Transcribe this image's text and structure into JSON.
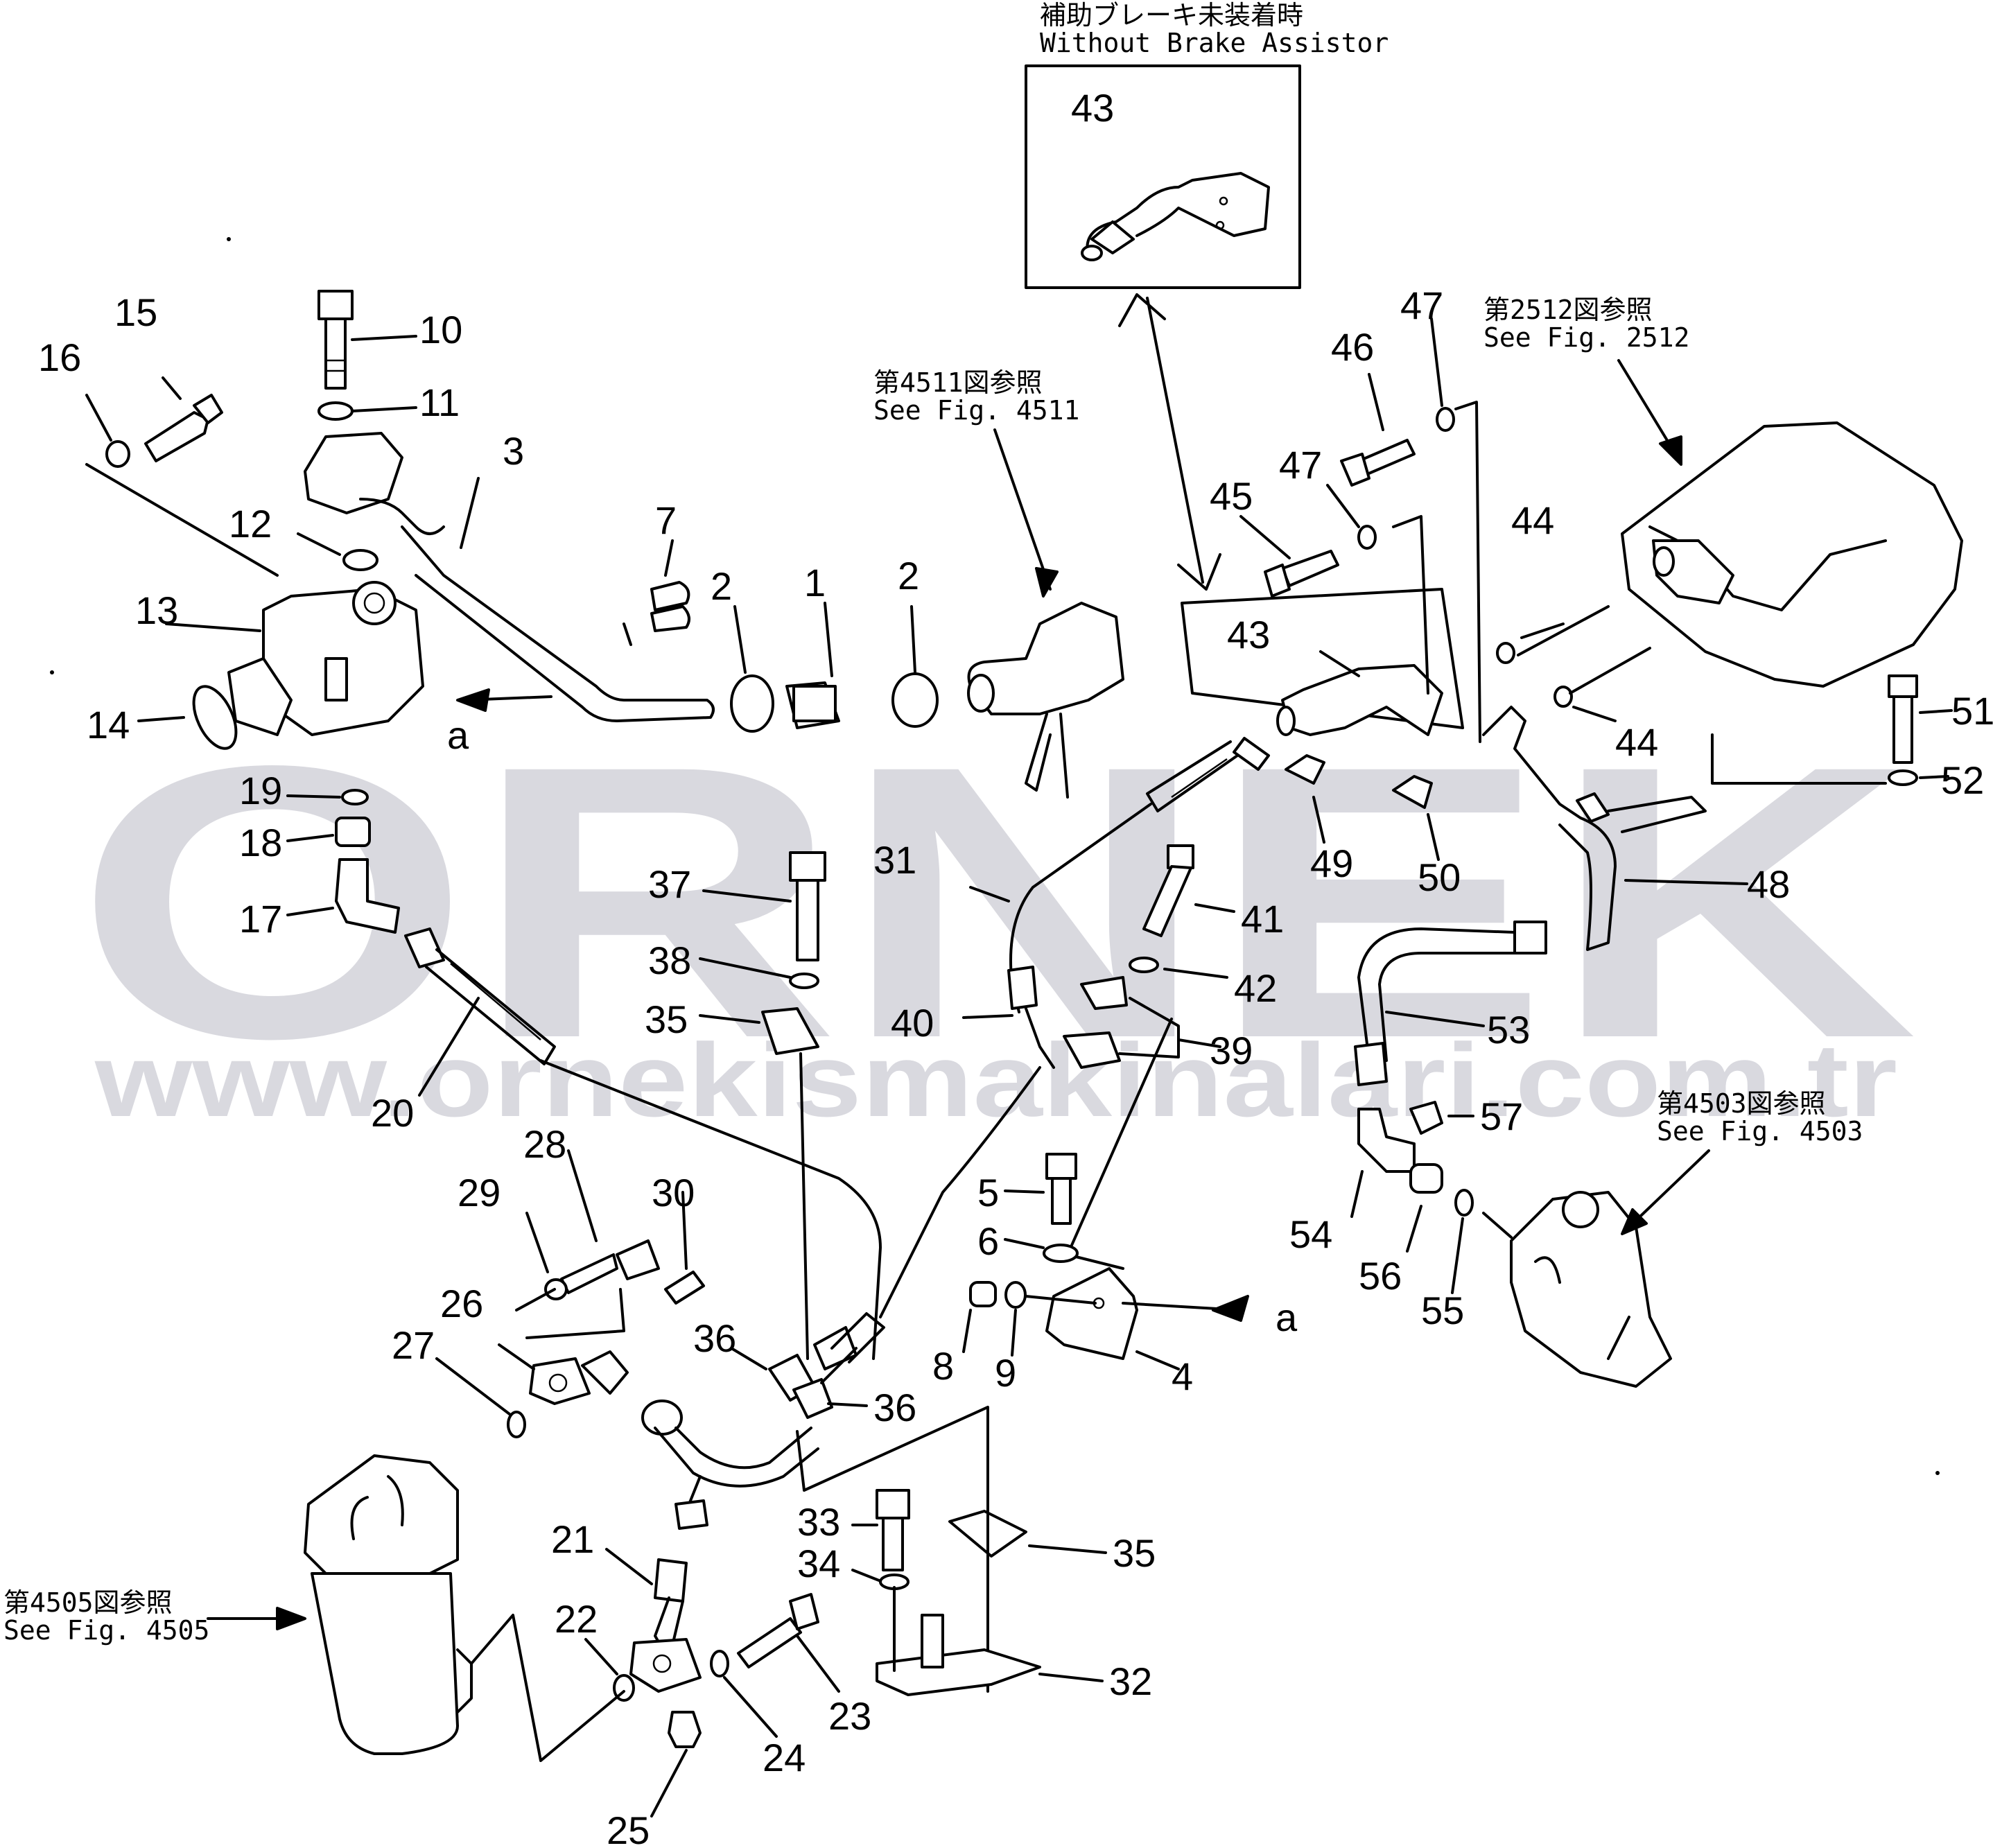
{
  "watermark": {
    "brand": "ORNEK",
    "url": "www.ornekismakinalari.com.tr",
    "color": "#d9d9df"
  },
  "inset": {
    "title_jp": "補助ブレーキ未装着時",
    "title_en": "Without Brake Assistor",
    "part": "43"
  },
  "figure_refs": [
    {
      "jp": "第4511図参照",
      "en": "See Fig. 4511"
    },
    {
      "jp": "第2512図参照",
      "en": "See Fig. 2512"
    },
    {
      "jp": "第4503図参照",
      "en": "See Fig. 4503"
    },
    {
      "jp": "第4505図参照",
      "en": "See Fig. 4505"
    }
  ],
  "view_marker": "a",
  "parts": [
    "1",
    "2",
    "2",
    "3",
    "4",
    "5",
    "6",
    "7",
    "8",
    "9",
    "10",
    "11",
    "12",
    "13",
    "14",
    "15",
    "16",
    "17",
    "18",
    "19",
    "20",
    "21",
    "22",
    "23",
    "24",
    "25",
    "26",
    "27",
    "28",
    "29",
    "30",
    "31",
    "32",
    "33",
    "34",
    "35",
    "35",
    "36",
    "36",
    "37",
    "38",
    "39",
    "40",
    "41",
    "42",
    "43",
    "44",
    "44",
    "45",
    "46",
    "47",
    "47",
    "48",
    "49",
    "50",
    "51",
    "52",
    "53",
    "54",
    "55",
    "56",
    "57"
  ]
}
